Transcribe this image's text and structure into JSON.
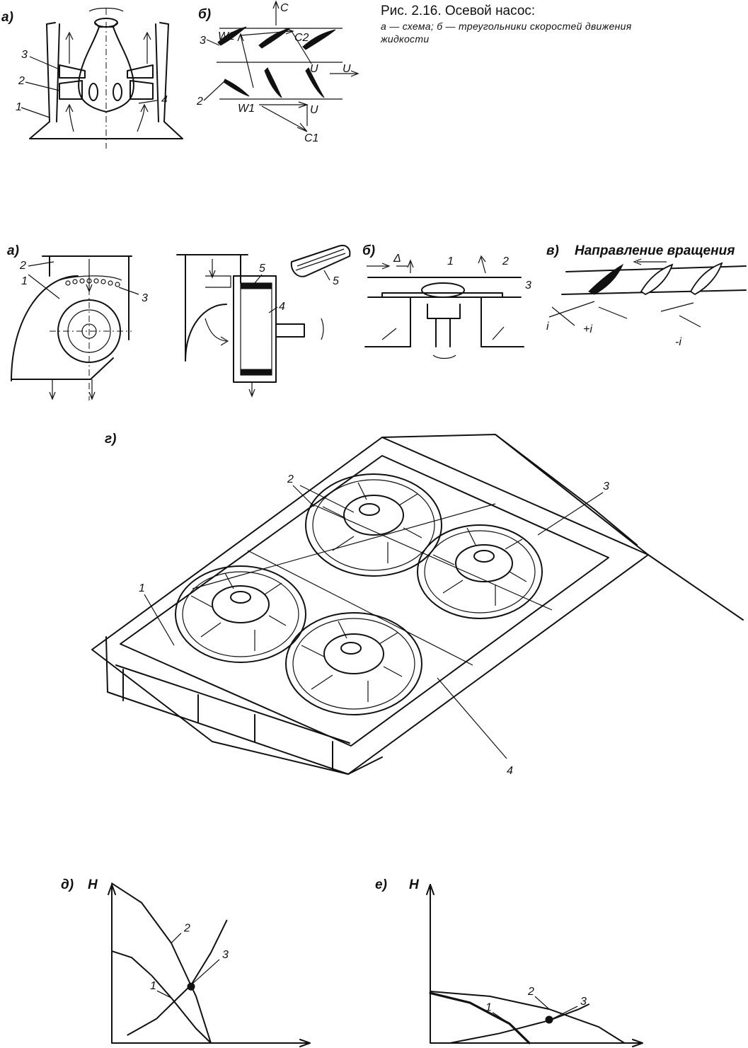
{
  "caption": {
    "title": "Рис. 2.16. Осевой насос:",
    "sub_a": "а — схема; б — треугольники скоростей движения",
    "sub_b": "жидкости"
  },
  "pump": {
    "panel_a": "а)",
    "panel_b": "б)",
    "labels_a": [
      "3",
      "2",
      "1",
      "4"
    ],
    "labels_b": {
      "c": "C",
      "w2": "W2",
      "c2": "C2",
      "u1": "U",
      "u_arrow": "U",
      "u2": "U",
      "w1": "W1",
      "c1": "C1",
      "n3": "3",
      "n2": "2"
    }
  },
  "fans": {
    "panel_a": "а)",
    "panel_b": "б)",
    "panel_v": "в)",
    "panel_g": "г)",
    "rotation_heading": "Направление вращения",
    "labels_a": [
      "2",
      "1",
      "3",
      "5",
      "4",
      "5"
    ],
    "labels_b": [
      "Δ",
      "1",
      "2",
      "3"
    ],
    "labels_v": [
      "i",
      "+i",
      "-i"
    ],
    "labels_g": [
      "2",
      "3",
      "1",
      "4"
    ]
  },
  "chart_data": [
    {
      "type": "line",
      "panel": "д)",
      "ylabel": "Н",
      "xlabel": "",
      "series": [
        {
          "name": "1",
          "x": [
            0.0,
            0.2,
            0.4,
            0.6,
            0.85,
            1.0
          ],
          "y": [
            0.57,
            0.53,
            0.42,
            0.28,
            0.09,
            0.0
          ]
        },
        {
          "name": "2",
          "x": [
            0.0,
            0.3,
            0.6,
            0.85,
            1.0
          ],
          "y": [
            0.99,
            0.87,
            0.62,
            0.29,
            0.0
          ]
        },
        {
          "name": "3",
          "x": [
            0.16,
            0.45,
            0.8,
            1.0,
            1.16
          ],
          "y": [
            0.05,
            0.15,
            0.36,
            0.56,
            0.76
          ]
        }
      ],
      "intersection_point": {
        "x": 0.8,
        "y": 0.35
      }
    },
    {
      "type": "line",
      "panel": "е)",
      "ylabel": "Н",
      "xlabel": "",
      "series": [
        {
          "name": "1",
          "x": [
            0.0,
            0.2,
            0.4,
            0.5
          ],
          "y": [
            0.31,
            0.25,
            0.12,
            0.0
          ]
        },
        {
          "name": "2",
          "x": [
            0.0,
            0.3,
            0.6,
            0.85,
            0.98
          ],
          "y": [
            0.32,
            0.29,
            0.21,
            0.1,
            0.0
          ]
        },
        {
          "name": "3",
          "x": [
            0.1,
            0.35,
            0.6,
            0.75,
            0.8
          ],
          "y": [
            0.0,
            0.06,
            0.14,
            0.21,
            0.24
          ]
        }
      ],
      "intersection_point": {
        "x": 0.6,
        "y": 0.145
      }
    }
  ]
}
